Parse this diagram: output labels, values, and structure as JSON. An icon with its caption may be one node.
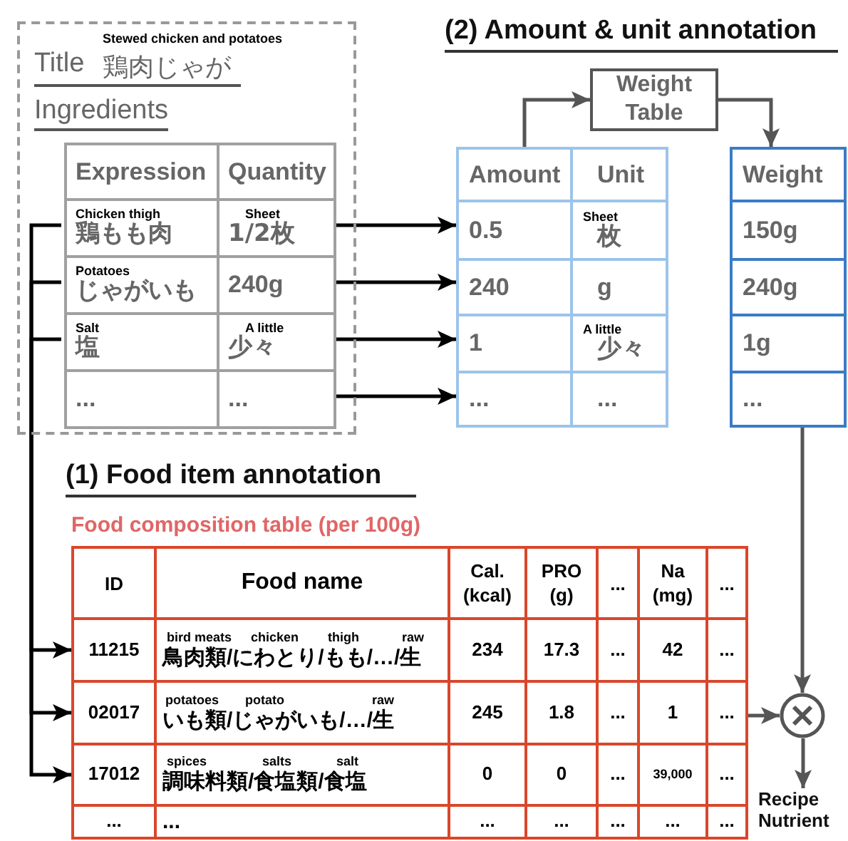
{
  "diagram": {
    "nodes": [
      {
        "text": [
          "Stewed chicken and potatoes",
          "Title",
          "鶏肉じゃが",
          "Ingredients"
        ]
      },
      {
        "text": [
          "Expression"
        ],
        "in": 0
      },
      {
        "text": [
          "Quantity"
        ],
        "in": 0
      },
      {
        "text": [
          "Chicken thigh",
          "鶏もも肉"
        ],
        "in": 0
      },
      {
        "text": [
          "Sheet",
          "1/2枚"
        ],
        "in": 0
      },
      {
        "text": [
          "Potatoes",
          "じゃがいも"
        ],
        "in": 0
      },
      {
        "text": [
          "240g"
        ],
        "in": 0
      },
      {
        "text": [
          "Salt",
          "塩"
        ],
        "in": 0
      },
      {
        "text": [
          "A little",
          "少々"
        ],
        "in": 0
      },
      {
        "text": [
          "..."
        ],
        "in": 0
      },
      {
        "text": [
          "..."
        ],
        "in": 0
      },
      {
        "text": [
          "Weight Table"
        ]
      },
      {
        "text": [
          "Amount"
        ]
      },
      {
        "text": [
          "Unit"
        ]
      },
      {
        "text": [
          "0.5"
        ]
      },
      {
        "text": [
          "Sheet",
          "枚"
        ]
      },
      {
        "text": [
          "240"
        ]
      },
      {
        "text": [
          "g"
        ]
      },
      {
        "text": [
          "1"
        ]
      },
      {
        "text": [
          "A little",
          "少々"
        ]
      },
      {
        "text": [
          "..."
        ]
      },
      {
        "text": [
          "..."
        ]
      },
      {
        "text": [
          "Weight"
        ]
      },
      {
        "text": [
          "150g"
        ]
      },
      {
        "text": [
          "240g"
        ]
      },
      {
        "text": [
          "1g"
        ]
      },
      {
        "text": [
          "..."
        ]
      },
      {
        "text": [
          "ID"
        ]
      },
      {
        "text": [
          "Food name"
        ]
      },
      {
        "text": [
          "Cal. (kcal)"
        ]
      },
      {
        "text": [
          "PRO (g)"
        ]
      },
      {
        "text": [
          "..."
        ]
      },
      {
        "text": [
          "Na (mg)"
        ]
      },
      {
        "text": [
          "..."
        ]
      },
      {
        "text": [
          "11215"
        ]
      },
      {
        "text": [
          "bird meats",
          "chicken",
          "thigh",
          "raw",
          "鳥肉類/にわとり/もも/…/生"
        ]
      },
      {
        "text": [
          "234"
        ]
      },
      {
        "text": [
          "17.3"
        ]
      },
      {
        "text": [
          "..."
        ]
      },
      {
        "text": [
          "42"
        ]
      },
      {
        "text": [
          "..."
        ]
      },
      {
        "text": [
          "02017"
        ]
      },
      {
        "text": [
          "potatoes",
          "potato",
          "raw",
          "いも類/じゃがいも/…/生"
        ]
      },
      {
        "text": [
          "245"
        ]
      },
      {
        "text": [
          "1.8"
        ]
      },
      {
        "text": [
          "..."
        ]
      },
      {
        "text": [
          "1"
        ]
      },
      {
        "text": [
          "..."
        ]
      },
      {
        "text": [
          "17012"
        ]
      },
      {
        "text": [
          "spices",
          "salts",
          "salt",
          "調味料類/食塩類/食塩"
        ]
      },
      {
        "text": [
          "0"
        ]
      },
      {
        "text": [
          "0"
        ]
      },
      {
        "text": [
          "..."
        ]
      },
      {
        "text": [
          "39,000"
        ]
      },
      {
        "text": [
          "..."
        ]
      },
      {
        "text": [
          "..."
        ]
      },
      {
        "text": [
          "..."
        ]
      },
      {
        "text": [
          "..."
        ]
      },
      {
        "text": [
          "..."
        ]
      },
      {
        "text": [
          "..."
        ]
      },
      {
        "text": [
          "..."
        ]
      },
      {
        "text": [
          "..."
        ]
      },
      {
        "text": [],
        "shape": "circle"
      },
      {
        "text": [
          "Recipe Nutrient"
        ]
      }
    ],
    "edges": [
      {
        "from": 4,
        "to": 14,
        "arrow": "to"
      },
      {
        "from": 6,
        "to": 16,
        "arrow": "to"
      },
      {
        "from": 8,
        "to": 18,
        "arrow": "to"
      },
      {
        "from": 10,
        "to": 20,
        "arrow": "to"
      },
      {
        "from": 3,
        "to": 34,
        "arrow": "to"
      },
      {
        "from": 5,
        "to": 41,
        "arrow": "to"
      },
      {
        "from": 7,
        "to": 48,
        "arrow": "to"
      },
      {
        "from": 12,
        "to": 11,
        "arrow": "to",
        "color": "#555555"
      },
      {
        "from": 11,
        "to": 22,
        "arrow": "to",
        "color": "#555555"
      },
      {
        "from": 26,
        "to": 62,
        "arrow": "to",
        "color": "#555555"
      },
      {
        "from": 47,
        "to": 62,
        "arrow": "to",
        "color": "#555555"
      },
      {
        "from": 62,
        "to": 63,
        "arrow": "to",
        "color": "#555555"
      }
    ],
    "labels": [
      "(2) Amount & unit annotation",
      "(1) Food item annotation",
      "Food composition table (per 100g)"
    ]
  }
}
